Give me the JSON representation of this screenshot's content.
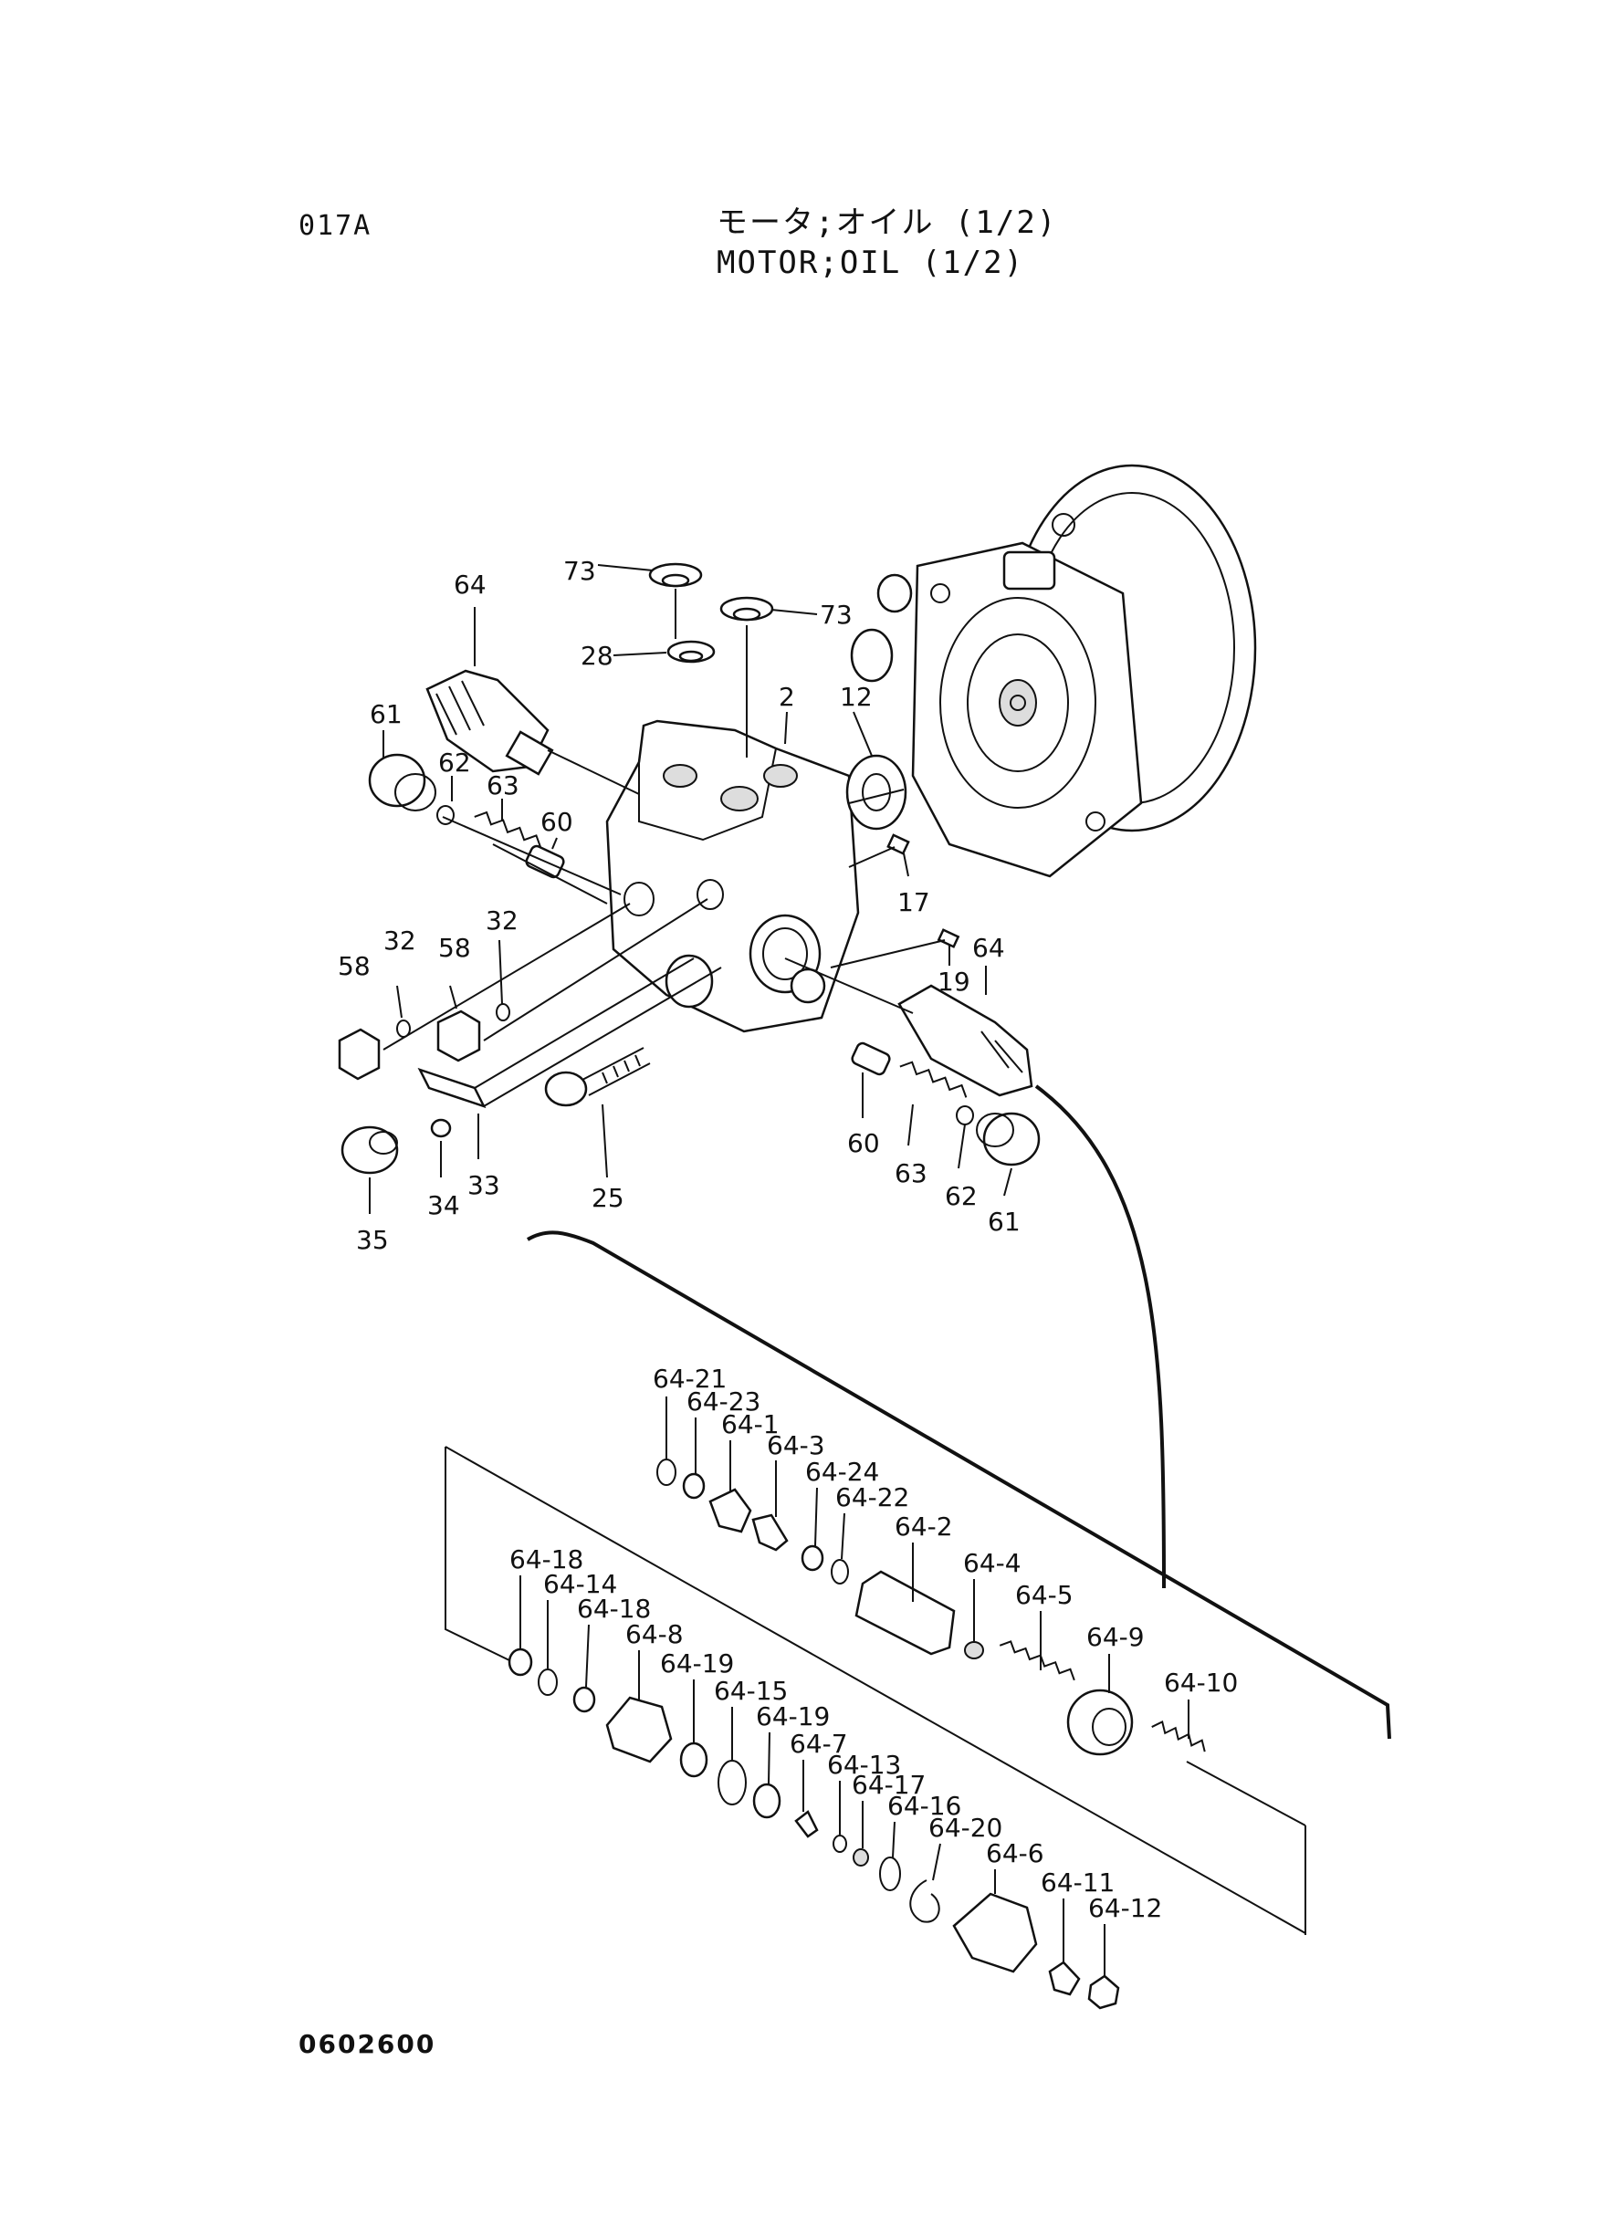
{
  "header": {
    "page_code": "017A",
    "title_jp": "モータ;オイル (1/2)",
    "title_en": "MOTOR;OIL (1/2)"
  },
  "footer": {
    "document_number": "0602600"
  },
  "callouts": {
    "c73a": "73",
    "c73b": "73",
    "c28": "28",
    "c64a": "64",
    "c61a": "61",
    "c62a": "62",
    "c63a": "63",
    "c60a": "60",
    "c2": "2",
    "c12": "12",
    "c17": "17",
    "c19": "19",
    "c64b": "64",
    "c58a": "58",
    "c32a": "32",
    "c58b": "58",
    "c32b": "32",
    "c33": "33",
    "c34": "34",
    "c35": "35",
    "c25": "25",
    "c60b": "60",
    "c63b": "63",
    "c62b": "62",
    "c61b": "61",
    "d21": "64-21",
    "d23": "64-23",
    "d1": "64-1",
    "d3": "64-3",
    "d24": "64-24",
    "d22": "64-22",
    "d2": "64-2",
    "d4": "64-4",
    "d5": "64-5",
    "d9": "64-9",
    "d10": "64-10",
    "d18a": "64-18",
    "d14": "64-14",
    "d18b": "64-18",
    "d8": "64-8",
    "d19a": "64-19",
    "d15": "64-15",
    "d19b": "64-19",
    "d7": "64-7",
    "d13": "64-13",
    "d17": "64-17",
    "d16": "64-16",
    "d20": "64-20",
    "d6": "64-6",
    "d11": "64-11",
    "d12": "64-12"
  }
}
